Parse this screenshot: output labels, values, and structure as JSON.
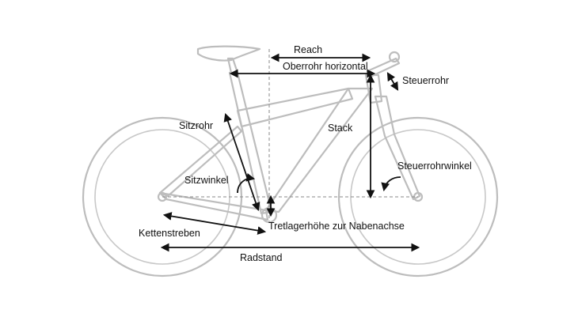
{
  "diagram": {
    "labels": {
      "reach": "Reach",
      "oberrohr": "Oberrohr horizontal",
      "steuerrohr": "Steuerrohr",
      "sitzrohr": "Sitzrohr",
      "stack": "Stack",
      "steuerrohrwinkel": "Steuerrohrwinkel",
      "sitzwinkel": "Sitzwinkel",
      "kettenstreben": "Kettenstreben",
      "tretlager": "Tretlagerhöhe zur Nabenachse",
      "radstand": "Radstand"
    },
    "colors": {
      "frame": "#bdbdbd",
      "measure": "#111111",
      "guide": "#8a8a8a",
      "background": "#ffffff"
    }
  }
}
